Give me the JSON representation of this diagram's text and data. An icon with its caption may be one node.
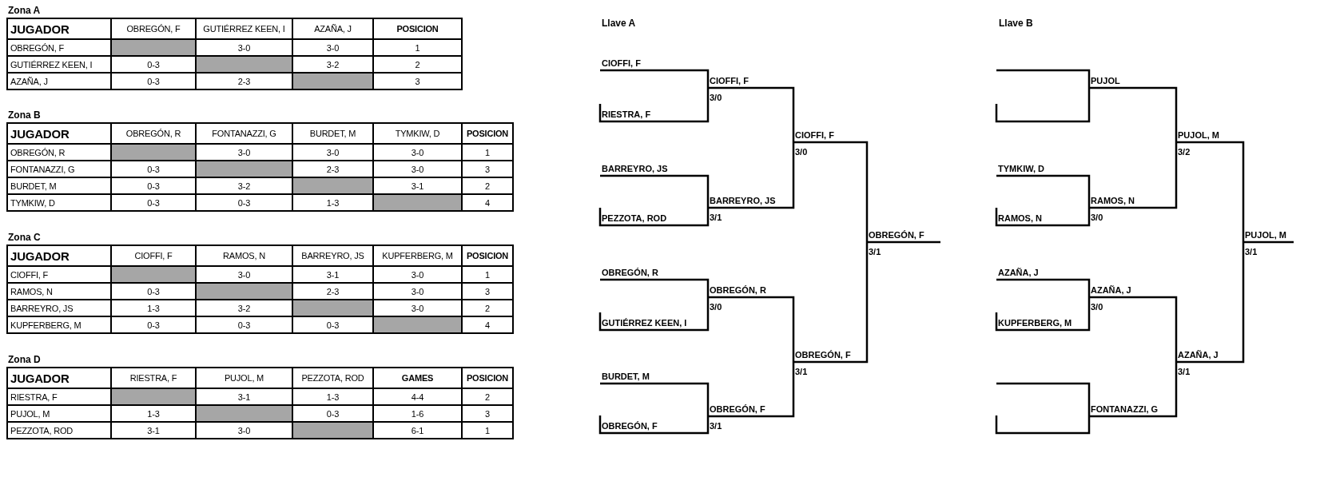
{
  "diagram": {
    "labels": [
      "Zona A",
      "JUGADOR",
      "OBREGÓN, F",
      "GUTIÉRREZ KEEN, I",
      "AZAÑA, J",
      "POSICION",
      "OBREGÓN, F",
      "3-0",
      "3-0",
      "1",
      "GUTIÉRREZ KEEN, I",
      "0-3",
      "3-2",
      "2",
      "AZAÑA, J",
      "0-3",
      "2-3",
      "3",
      "Zona B",
      "JUGADOR",
      "OBREGÓN, R",
      "FONTANAZZI, G",
      "BURDET, M",
      "TYMKIW, D",
      "POSICION",
      "OBREGÓN, R",
      "3-0",
      "3-0",
      "3-0",
      "1",
      "FONTANAZZI, G",
      "0-3",
      "2-3",
      "3-0",
      "3",
      "BURDET, M",
      "0-3",
      "3-2",
      "3-1",
      "2",
      "TYMKIW, D",
      "0-3",
      "0-3",
      "1-3",
      "4",
      "Zona C",
      "JUGADOR",
      "CIOFFI, F",
      "RAMOS, N",
      "BARREYRO, JS",
      "KUPFERBERG, M",
      "POSICION",
      "CIOFFI, F",
      "3-0",
      "3-1",
      "3-0",
      "1",
      "RAMOS, N",
      "0-3",
      "2-3",
      "3-0",
      "3",
      "BARREYRO, JS",
      "1-3",
      "3-2",
      "3-0",
      "2",
      "KUPFERBERG, M",
      "0-3",
      "0-3",
      "0-3",
      "4",
      "Zona D",
      "JUGADOR",
      "RIESTRA, F",
      "PUJOL, M",
      "PEZZOTA, ROD",
      "GAMES",
      "POSICION",
      "RIESTRA, F",
      "3-1",
      "1-3",
      "4-4",
      "2",
      "PUJOL, M",
      "1-3",
      "0-3",
      "1-6",
      "3",
      "PEZZOTA, ROD",
      "3-1",
      "3-0",
      "6-1",
      "1",
      "Llave A",
      "CIOFFI, F",
      "RIESTRA, F",
      "BARREYRO, JS",
      "PEZZOTA, ROD",
      "OBREGÓN, R",
      "GUTIÉRREZ KEEN, I",
      "BURDET, M",
      "OBREGÓN, F",
      "CIOFFI, F",
      "3/0",
      "BARREYRO, JS",
      "3/1",
      "OBREGÓN, R",
      "3/0",
      "OBREGÓN, F",
      "3/1",
      "CIOFFI, F",
      "3/0",
      "OBREGÓN, F",
      "3/1",
      "OBREGÓN, F",
      "3/1",
      "Llave B",
      "TYMKIW, D",
      "RAMOS, N",
      "AZAÑA, J",
      "KUPFERBERG, M",
      "PUJOL",
      "RAMOS, N",
      "3/0",
      "AZAÑA, J",
      "3/0",
      "FONTANAZZI, G",
      "PUJOL, M",
      "3/2",
      "AZAÑA, J",
      "3/1",
      "PUJOL, M",
      "3/1"
    ]
  }
}
